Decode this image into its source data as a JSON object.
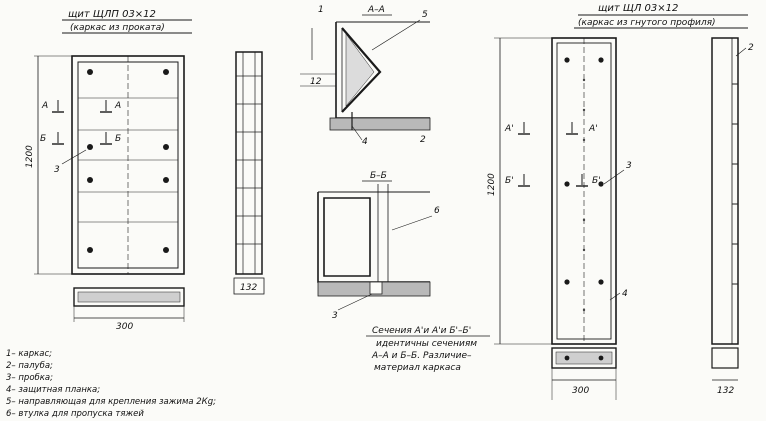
{
  "panel_left": {
    "title": "щит ЩЛП 03×12",
    "subtitle": "(каркас из проката)",
    "dim_height": "1200",
    "dim_width": "300",
    "dim_depth": "132",
    "cut_a": "А",
    "cut_b": "Б",
    "callout": "3"
  },
  "panel_right": {
    "title": "щит ЩЛ 03×12",
    "subtitle": "(каркас из гнутого профиля)",
    "dim_height": "1200",
    "dim_width": "300",
    "dim_depth": "132",
    "cut_a": "А'",
    "cut_b": "Б'",
    "callouts": [
      "2",
      "3",
      "4"
    ]
  },
  "section_aa": {
    "title": "А–А",
    "dim": "12",
    "callouts": [
      "1",
      "5",
      "4",
      "2"
    ]
  },
  "section_bb": {
    "title": "Б–Б",
    "callouts": [
      "6",
      "3"
    ]
  },
  "note": {
    "lines": [
      "Сечения А'и А'и Б'–Б'",
      "идентичны сечениям",
      "А–А и Б–Б. Различие–",
      "материал каркаса"
    ]
  },
  "legend": [
    "1– каркас;",
    "2– палуба;",
    "3– пробка;",
    "4– защитная планка;",
    "5– направляющая для крепления зажима 2Кg;",
    "6– втулка для пропуска тяжей"
  ]
}
